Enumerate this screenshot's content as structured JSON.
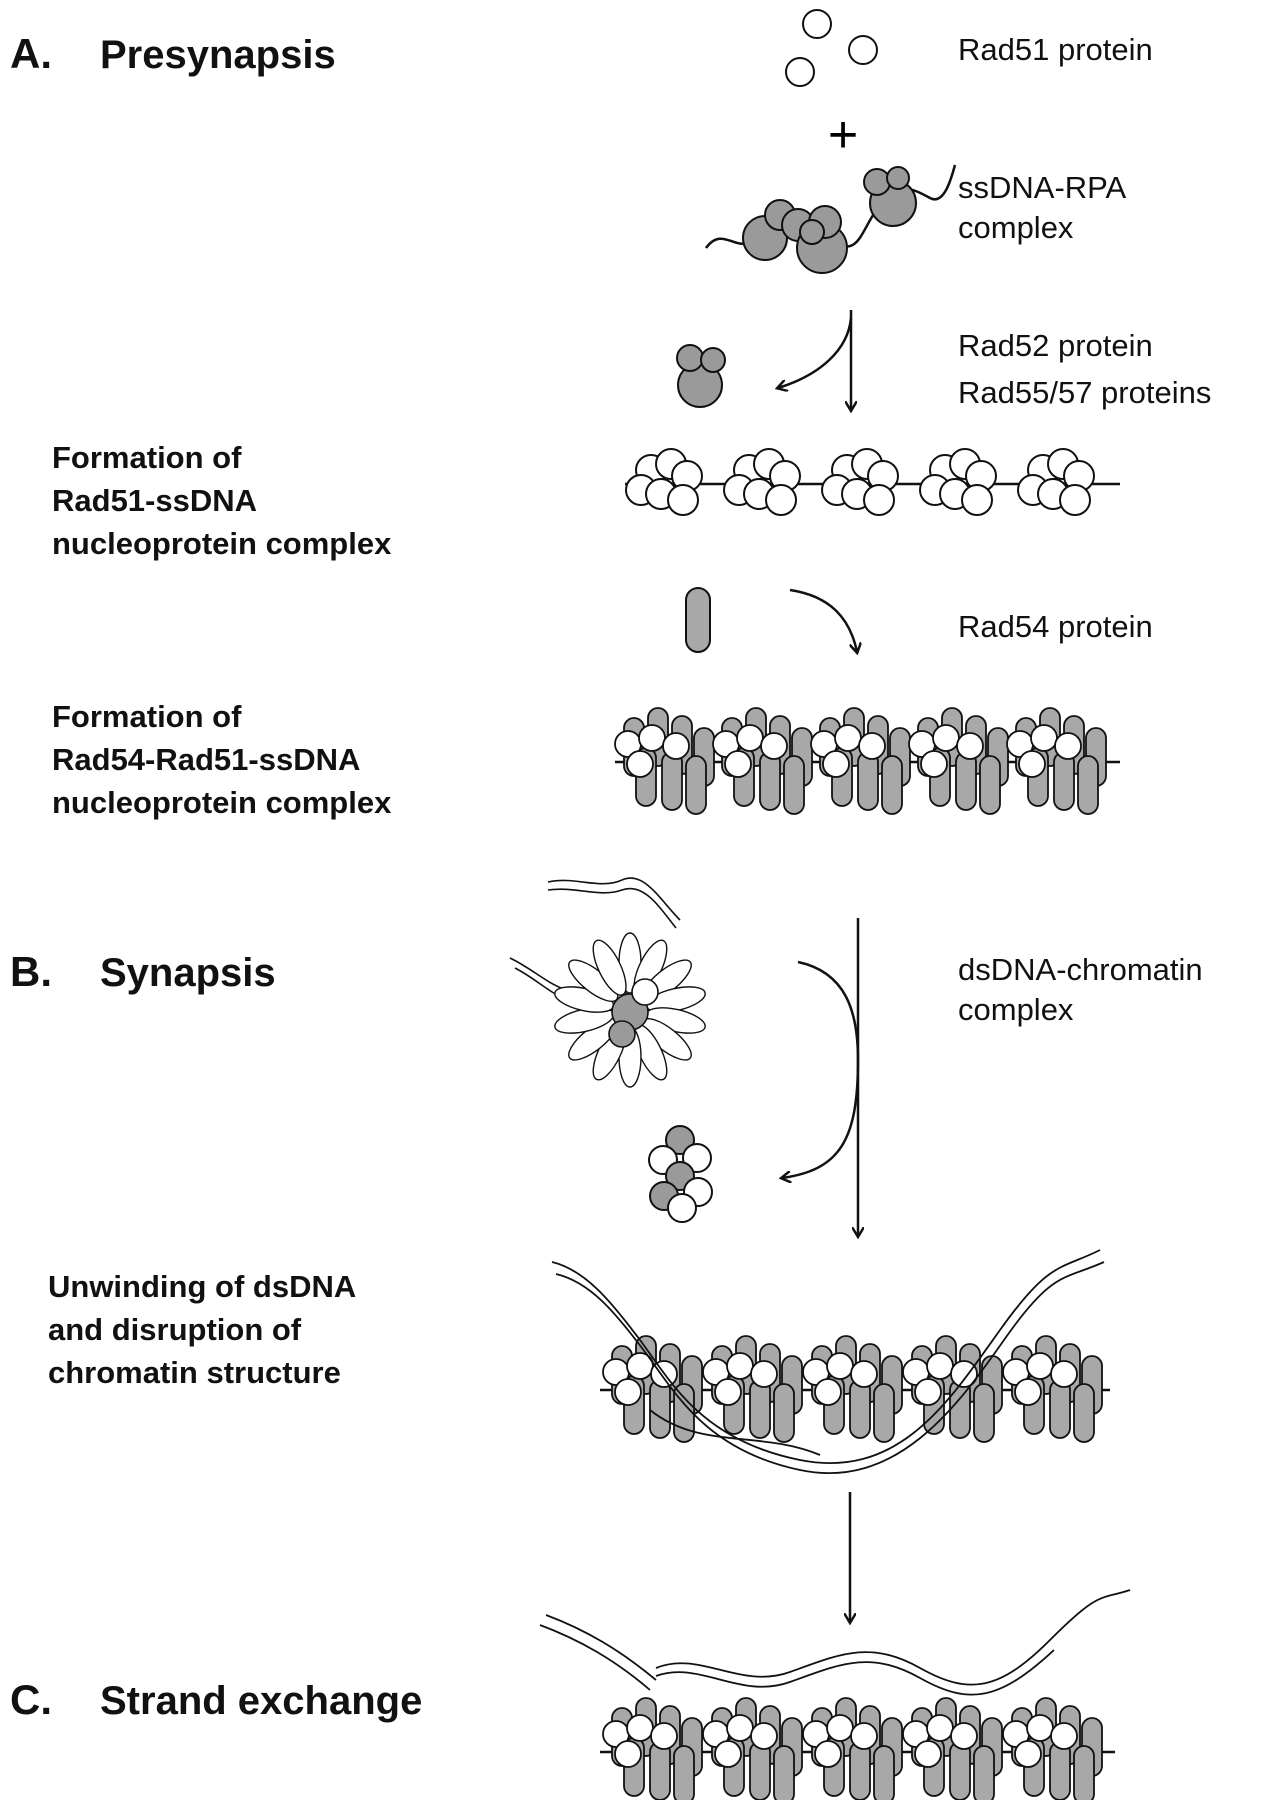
{
  "sections": {
    "a": {
      "letter": "A.",
      "title": "Presynapsis"
    },
    "b": {
      "letter": "B.",
      "title": "Synapsis"
    },
    "c": {
      "letter": "C.",
      "title": "Strand exchange"
    }
  },
  "steps": {
    "rad51_complex": [
      "Formation of",
      "Rad51-ssDNA",
      "nucleoprotein complex"
    ],
    "rad54_complex": [
      "Formation of",
      "Rad54-Rad51-ssDNA",
      "nucleoprotein complex"
    ],
    "unwinding": [
      "Unwinding of dsDNA",
      "and disruption of",
      "chromatin structure"
    ]
  },
  "components": {
    "rad51": "Rad51 protein",
    "plus": "+",
    "ssdna_rpa": [
      "ssDNA-RPA",
      "complex"
    ],
    "rad52": "Rad52 protein",
    "rad55_57": "Rad55/57 proteins",
    "rad54": "Rad54 protein",
    "dsdna_chromatin": [
      "dsDNA-chromatin",
      "complex"
    ]
  },
  "colors": {
    "protein_gray": "#9a9a9a",
    "rad54_gray": "#a8a8a8",
    "rad51_white": "#ffffff",
    "ink": "#111111"
  }
}
